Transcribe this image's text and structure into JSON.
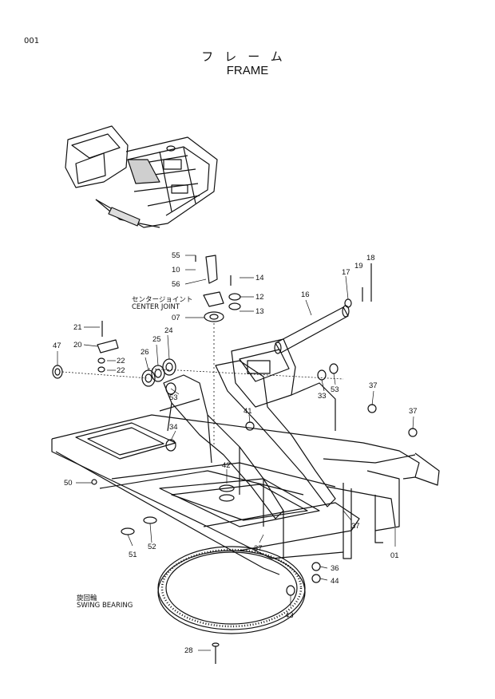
{
  "page_number": "001",
  "title_jp": "フレーム",
  "title_en": "FRAME",
  "center_joint": {
    "jp": "センタージョイント",
    "en": "CENTER JOINT"
  },
  "swing_bearing": {
    "jp": "旋回輪",
    "en": "SWING BEARING"
  },
  "part_labels": [
    "55",
    "10",
    "56",
    "14",
    "12",
    "13",
    "16",
    "17",
    "19",
    "18",
    "07",
    "21",
    "20",
    "22",
    "22",
    "26",
    "25",
    "24",
    "47",
    "53",
    "33",
    "53",
    "41",
    "37",
    "37",
    "34",
    "50",
    "42",
    "37",
    "37",
    "51",
    "52",
    "36",
    "44",
    "43",
    "01",
    "28"
  ]
}
